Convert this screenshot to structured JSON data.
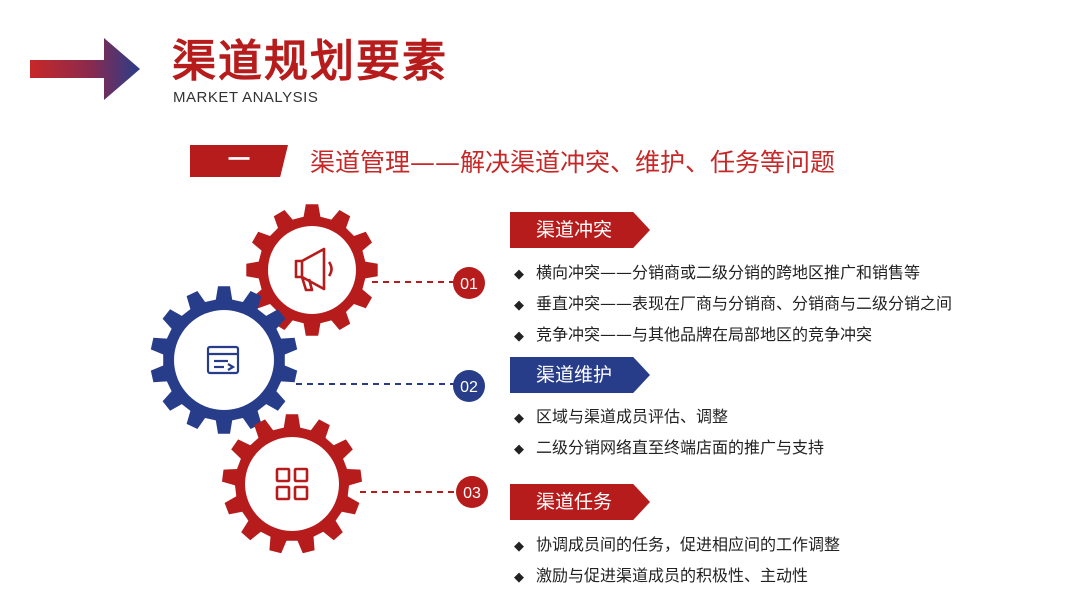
{
  "header": {
    "title": "渠道规划要素",
    "subtitle": "MARKET ANALYSIS"
  },
  "section": {
    "tag": "一",
    "title": "渠道管理——解决渠道冲突、维护、任务等问题"
  },
  "colors": {
    "red": "#b71c1c",
    "blue": "#283d8a"
  },
  "items": [
    {
      "number": "01",
      "icon": "megaphone-icon",
      "category": "渠道冲突",
      "bullets": [
        "横向冲突——分销商或二级分销的跨地区推广和销售等",
        "垂直冲突——表现在厂商与分销商、分销商与二级分销之间",
        "竞争冲突——与其他品牌在局部地区的竞争冲突"
      ]
    },
    {
      "number": "02",
      "icon": "document-icon",
      "category": "渠道维护",
      "bullets": [
        "区域与渠道成员评估、调整",
        "二级分销网络直至终端店面的推广与支持"
      ]
    },
    {
      "number": "03",
      "icon": "grid-icon",
      "category": "渠道任务",
      "bullets": [
        "协调成员间的任务，促进相应间的工作调整",
        "激励与促进渠道成员的积极性、主动性"
      ]
    }
  ]
}
